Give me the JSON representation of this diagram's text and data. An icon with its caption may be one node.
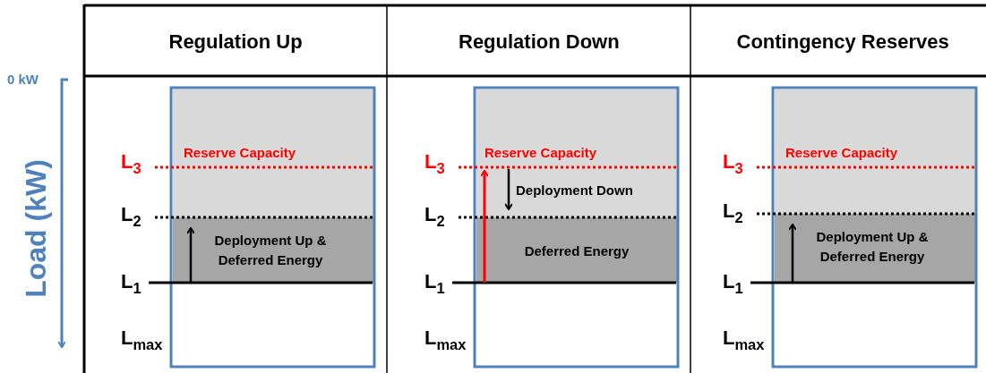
{
  "diagram": {
    "labels": [
      "Regulation Up",
      "Regulation Down",
      "Contingency Reserves",
      "0 kW",
      "Load (kW)",
      "Reserve Capacity",
      "L$_{3}$",
      "L$_{2}$",
      "Deployment Up & Deferred Energy",
      "L$_{1}$",
      "L$_{max}$",
      "Reserve Capacity",
      "L$_{3}$",
      "Deployment Down",
      "L$_{2}$",
      "Deferred Energy",
      "L$_{1}$",
      "L$_{max}$",
      "Reserve Capacity",
      "L$_{3}$",
      "L$_{2}$",
      "Deployment Up & Deferred Energy",
      "L$_{1}$",
      "L$_{max}$"
    ]
  }
}
